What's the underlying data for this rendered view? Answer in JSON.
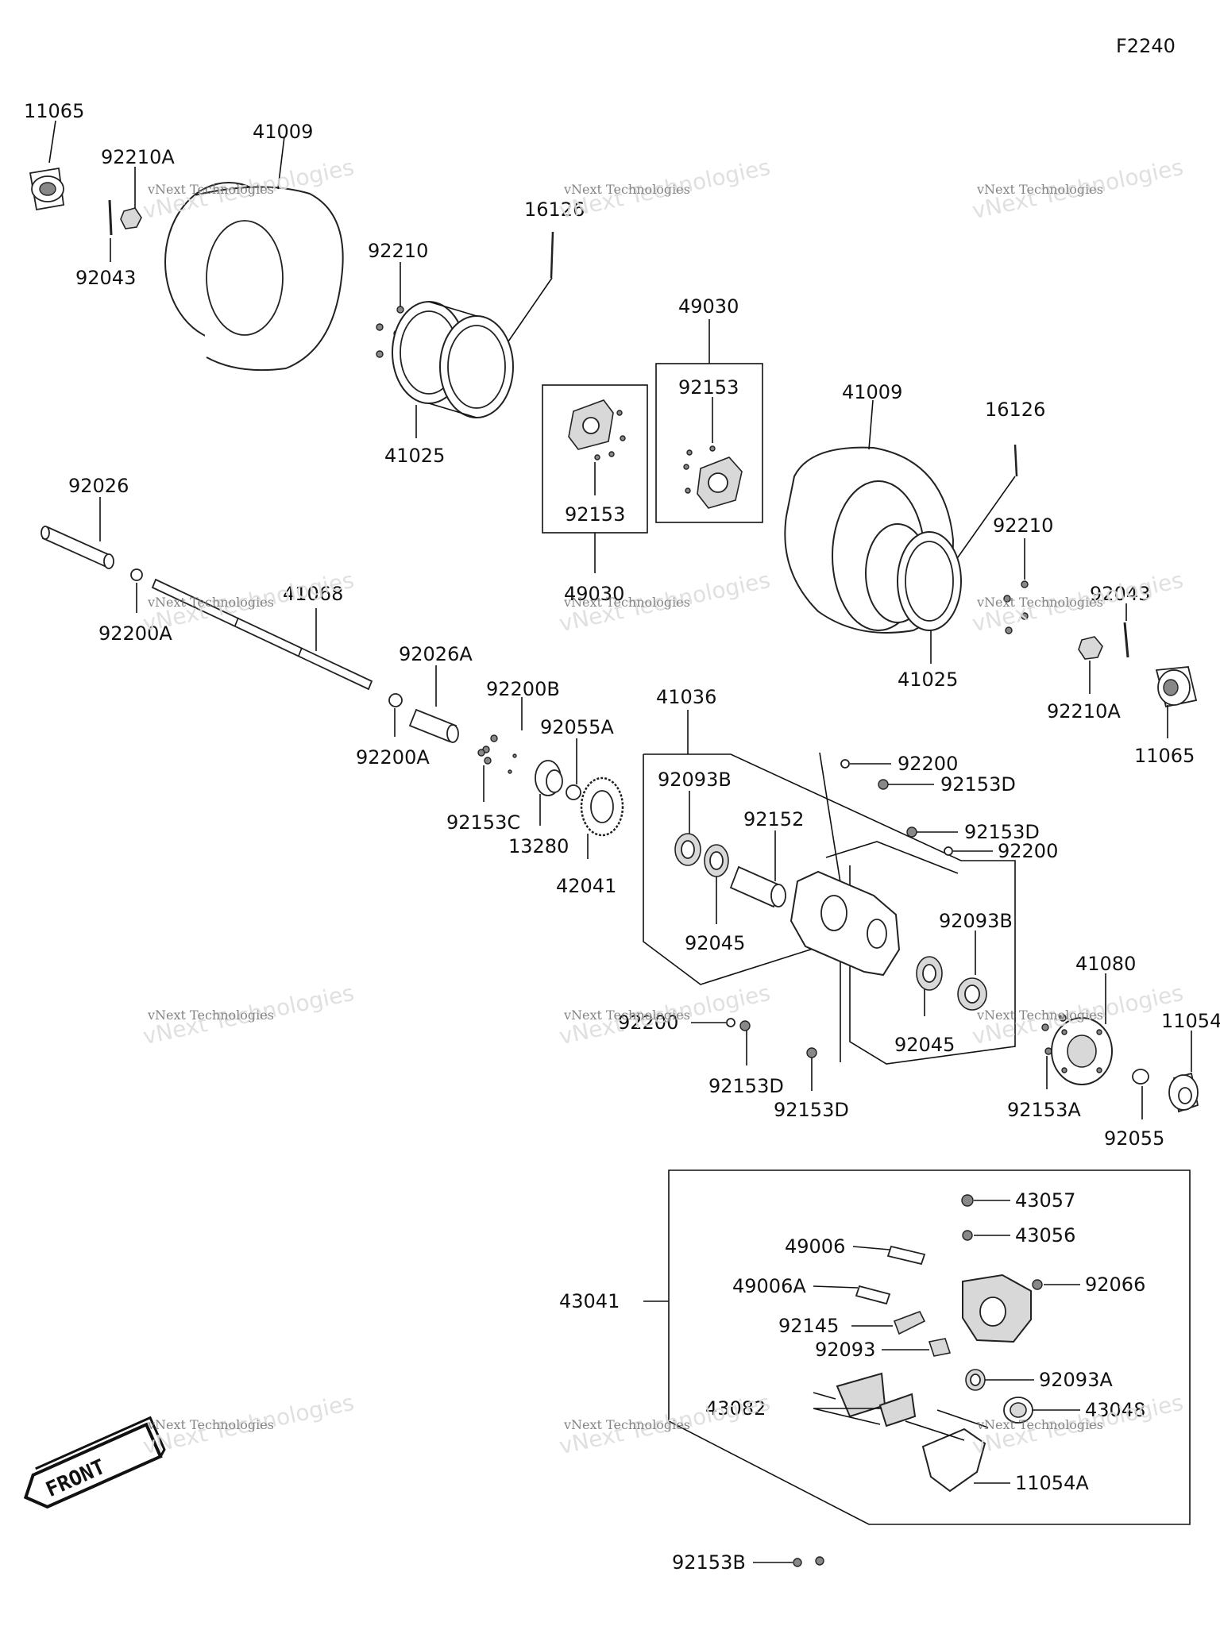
{
  "diagram_code": "F2240",
  "labels": {
    "p11065_l": "11065",
    "p92210A_l": "92210A",
    "p41009_l": "41009",
    "p92043_l": "92043",
    "p16126_l": "16126",
    "p92210_l": "92210",
    "p41025_l": "41025",
    "p49030": "49030",
    "p92153_top": "92153",
    "p92153_left": "92153",
    "p49030_bottom": "49030",
    "p41009_r": "41009",
    "p16126_r": "16126",
    "p92210_r": "92210",
    "p41025_r": "41025",
    "p92043_r": "92043",
    "p92210A_r": "92210A",
    "p11065_r": "11065",
    "p92026": "92026",
    "p92200A_1": "92200A",
    "p41068": "41068",
    "p92026A": "92026A",
    "p92200A_2": "92200A",
    "p92200B": "92200B",
    "p92055A": "92055A",
    "p92153C": "92153C",
    "p13280": "13280",
    "p42041": "42041",
    "p41036": "41036",
    "p92093B_1": "92093B",
    "p92152": "92152",
    "p92045_1": "92045",
    "p92200_1": "92200",
    "p92153D_1": "92153D",
    "p92153D_2": "92153D",
    "p92200_2": "92200",
    "p92093B_2": "92093B",
    "p92045_2": "92045",
    "p92200_3": "92200",
    "p92153D_3": "92153D",
    "p92153D_4": "92153D",
    "p41080": "41080",
    "p11054": "11054",
    "p92153A": "92153A",
    "p92055": "92055",
    "p43041": "43041",
    "p43057": "43057",
    "p43056": "43056",
    "p49006": "49006",
    "p49006A": "49006A",
    "p92066": "92066",
    "p92145": "92145",
    "p92093": "92093",
    "p92093A": "92093A",
    "p43082": "43082",
    "p43048": "43048",
    "p11054A": "11054A",
    "p92153B": "92153B"
  },
  "front_label": "FRONT",
  "watermark": {
    "line1": "vNext Technologies",
    "line2": "vNext Technologies"
  }
}
